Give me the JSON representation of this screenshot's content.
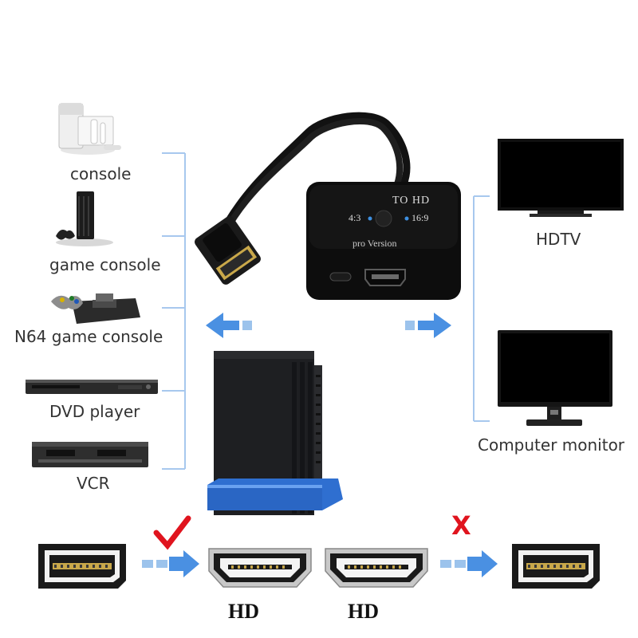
{
  "sources": [
    {
      "label": "console",
      "icon": "wii-console-icon"
    },
    {
      "label": "game console",
      "icon": "ps2-console-icon"
    },
    {
      "label": "N64 game console",
      "icon": "n64-console-icon"
    },
    {
      "label": "DVD player",
      "icon": "dvd-player-icon"
    },
    {
      "label": "VCR",
      "icon": "vcr-icon"
    }
  ],
  "outputs": [
    {
      "label": "HDTV",
      "icon": "hdtv-icon"
    },
    {
      "label": "Computer monitor",
      "icon": "computer-monitor-icon"
    }
  ],
  "adapter": {
    "title": "TO HD",
    "ratio_left": "4:3",
    "ratio_right": "16:9",
    "version": "pro Version"
  },
  "connectors": {
    "left_label": "HD",
    "right_label": "HD",
    "valid_mark": "check-mark-icon",
    "invalid_mark": "X"
  },
  "colors": {
    "accent_blue": "#3d8fe0",
    "line_blue": "#9cc3ec",
    "check_red": "#e0141e",
    "stand_blue": "#2f6fd0"
  }
}
